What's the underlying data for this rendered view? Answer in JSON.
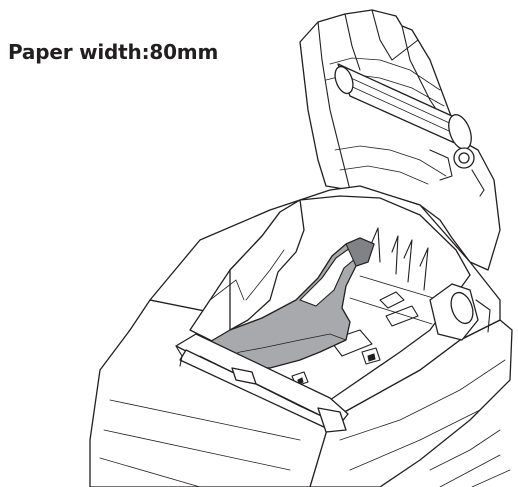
{
  "caption": {
    "text": "Paper width:80mm"
  },
  "colors": {
    "line": "#231f20",
    "background": "#ffffff",
    "paper_guide_fill": "#a7a9ac",
    "paper_guide_shade": "#808285"
  },
  "illustration": {
    "subject": "thermal receipt printer with cover open",
    "parts": [
      "printer-body",
      "open-cover",
      "platen-roller",
      "paper-compartment",
      "paper-width-guide",
      "paper-cutter-bar"
    ]
  }
}
